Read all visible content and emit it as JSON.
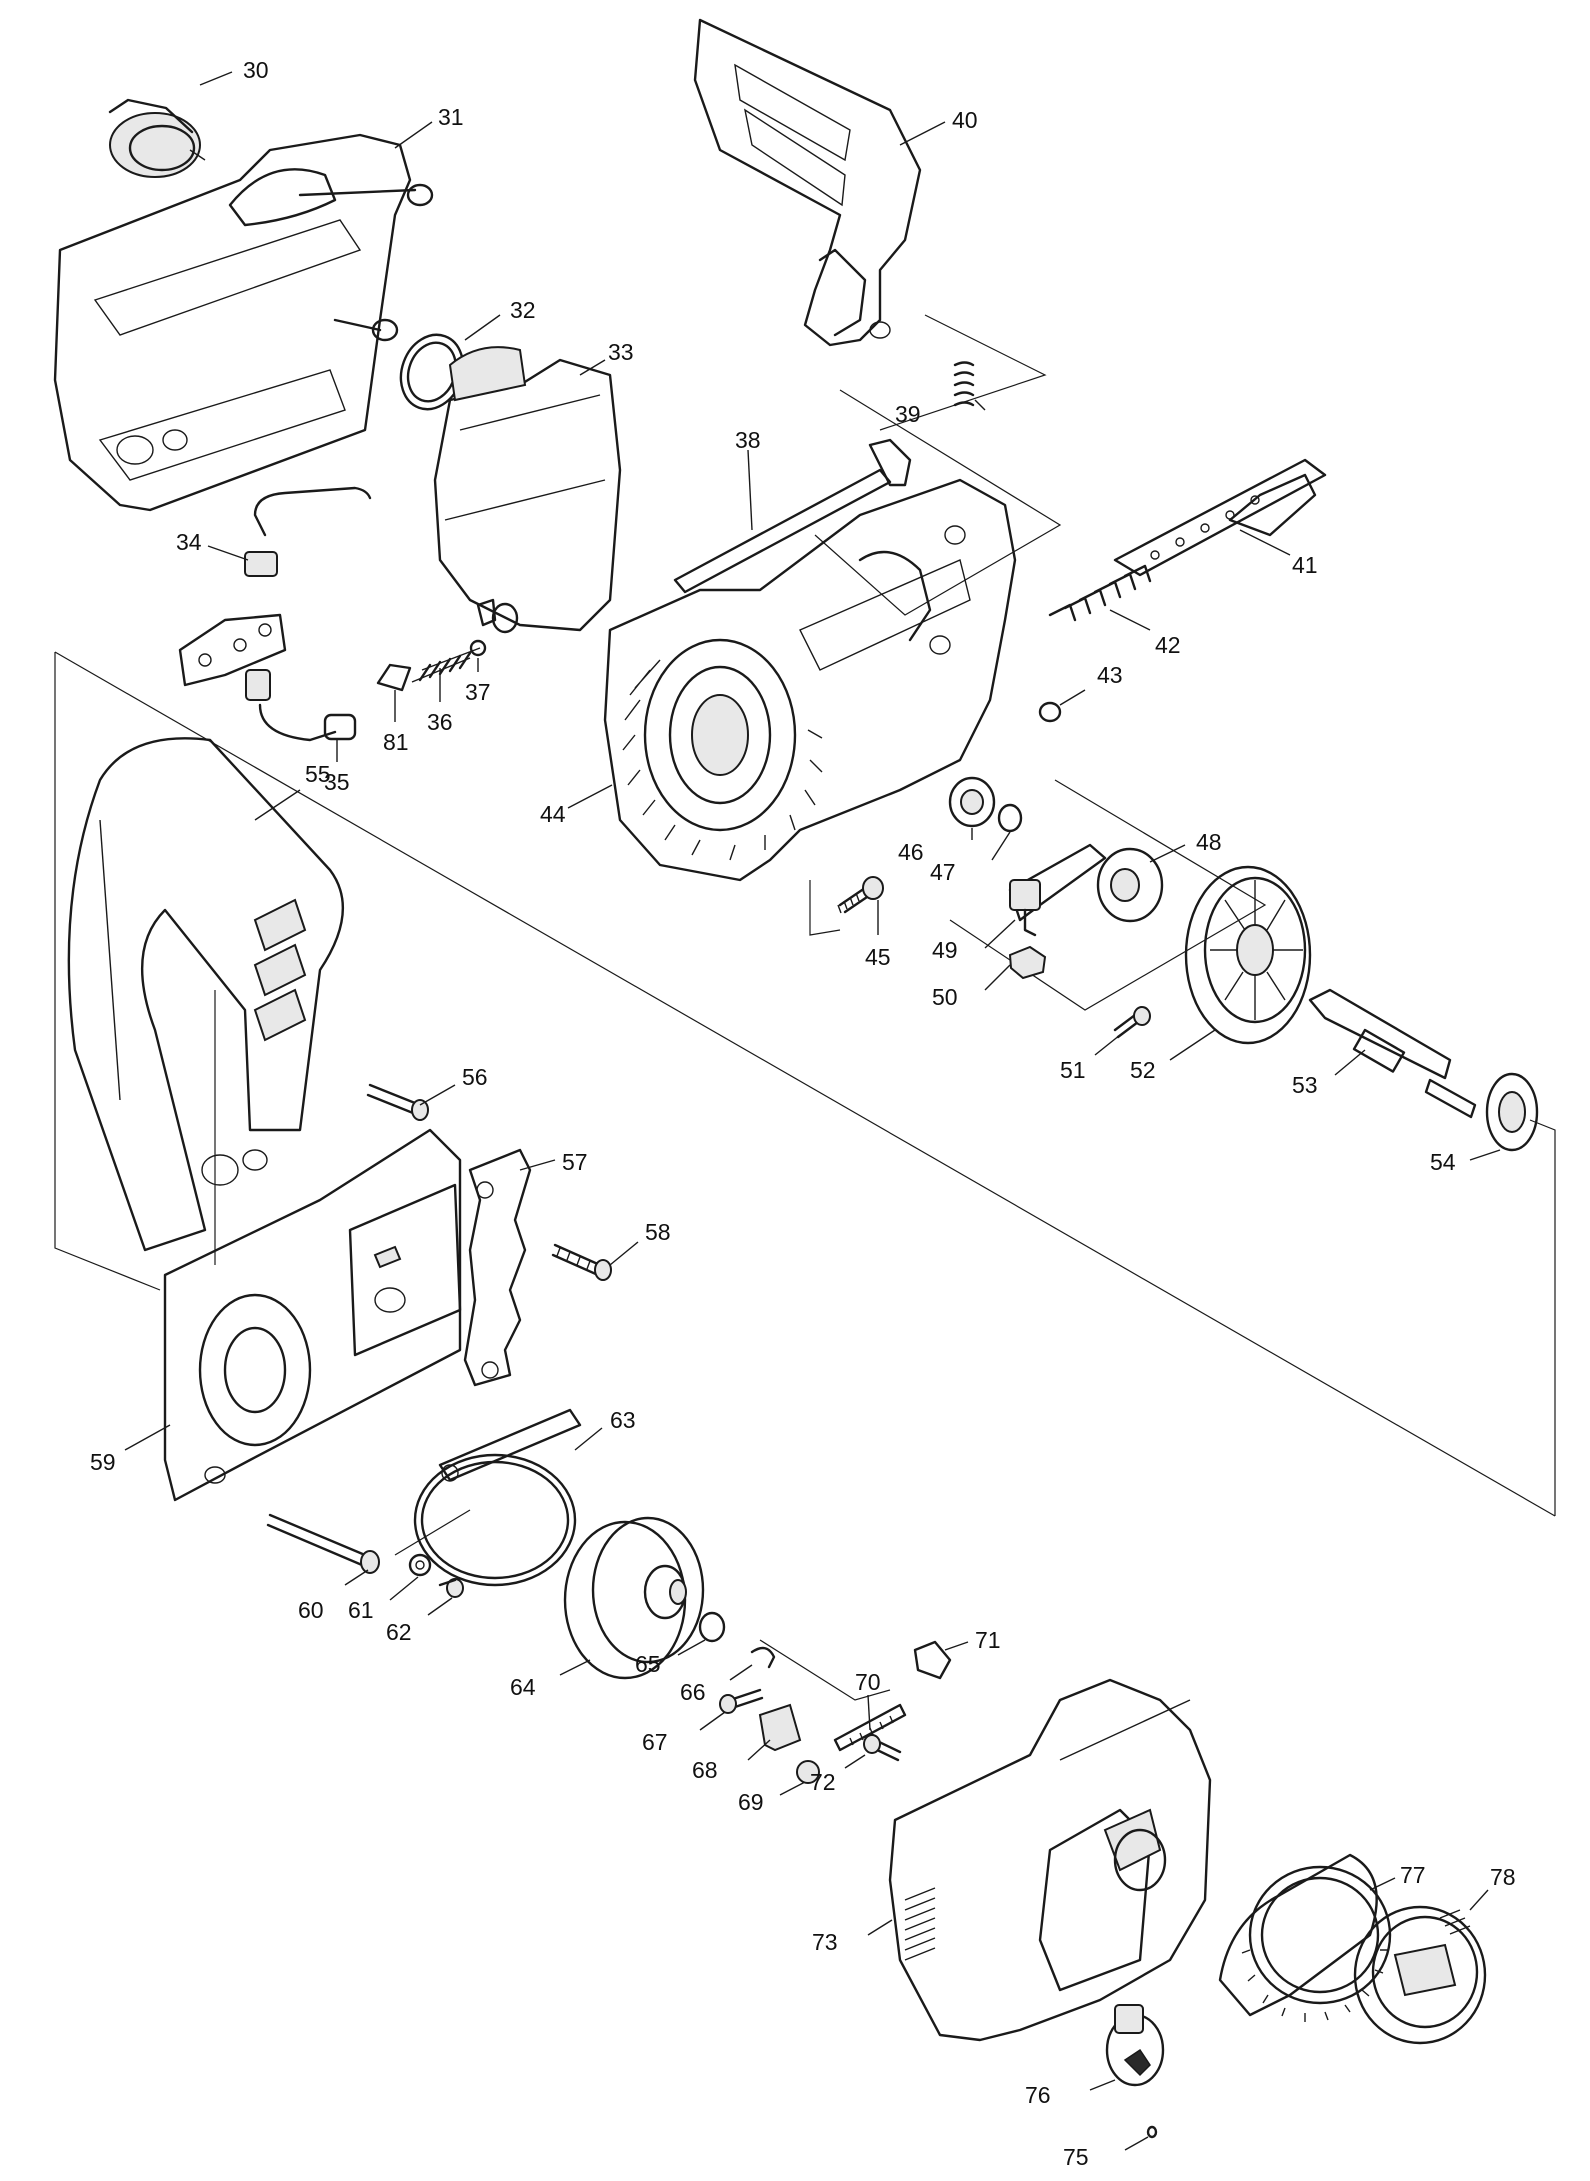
{
  "diagram": {
    "part_numbers": [
      "30",
      "31",
      "32",
      "33",
      "34",
      "35",
      "36",
      "37",
      "38",
      "39",
      "40",
      "41",
      "42",
      "43",
      "44",
      "45",
      "46",
      "47",
      "48",
      "49",
      "50",
      "51",
      "52",
      "53",
      "54",
      "55",
      "56",
      "57",
      "58",
      "59",
      "60",
      "61",
      "62",
      "63",
      "64",
      "65",
      "66",
      "67",
      "68",
      "69",
      "70",
      "71",
      "72",
      "73",
      "75",
      "76",
      "77",
      "78",
      "81"
    ]
  }
}
